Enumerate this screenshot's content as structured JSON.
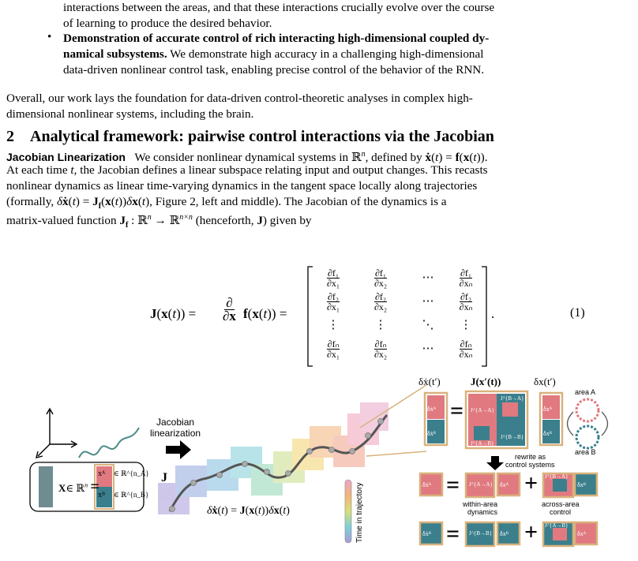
{
  "bullets": {
    "line_intro_cont_1": "interactions between the areas, and that these interactions crucially evolve over the course",
    "line_intro_cont_2": "of learning to produce the desired behavior.",
    "bullet_symbol": "•",
    "bullet_bold_1": "Demonstration of accurate control of rich interacting high-dimensional coupled dy-",
    "bullet_bold_2": "namical subsystems.",
    "bullet_rest_2": " We demonstrate high accuracy in a challenging high-dimensional",
    "bullet_rest_3": "data-driven nonlinear control task, enabling precise control of the behavior of the RNN."
  },
  "overall": {
    "line1": "Overall, our work lays the foundation for data-driven control-theoretic analyses in complex high-",
    "line2": "dimensional nonlinear systems, including the brain."
  },
  "section": {
    "number": "2",
    "title": "Analytical framework: pairwise control interactions via the Jacobian"
  },
  "para": {
    "run_in": "Jacobian Linearization",
    "l1_a": "We consider nonlinear dynamical systems in ",
    "l1_b": ", defined by ",
    "l1_c": ".",
    "l2_a": "At each time ",
    "l2_b": ", the Jacobian defines a linear subspace relating input and output changes. This recasts",
    "l3": "nonlinear dynamics as linear time-varying dynamics in the tangent space locally along trajectories",
    "l4_a": "(formally, ",
    "l4_b": ", Figure 2, left and middle). The Jacobian of the dynamics is a",
    "l5_a": "matrix-valued function ",
    "l5_b": " (henceforth, ",
    "l5_c": ") given by"
  },
  "equation": {
    "lhs": "J(x(t)) =",
    "partial": "∂",
    "partial_x": "∂x",
    "f_of": "f(x(t)) =",
    "cells": [
      [
        "∂f₁/∂x₁",
        "∂f₁/∂x₂",
        "⋯",
        "∂f₁/∂xₙ"
      ],
      [
        "∂f₂/∂x₁",
        "∂f₂/∂x₂",
        "⋯",
        "∂f₂/∂xₙ"
      ],
      [
        "⋮",
        "⋮",
        "⋱",
        "⋮"
      ],
      [
        "∂fₙ/∂x₁",
        "∂fₙ/∂x₂",
        "⋯",
        "∂fₙ/∂xₙ"
      ]
    ],
    "period": ".",
    "number": "(1)"
  },
  "figure": {
    "jacobian_label_1": "Jacobian",
    "jacobian_label_2": "linearization",
    "x_decomp": "X ∈ ℝⁿ =",
    "xa": "xᴬ",
    "xa_space": "∈ ℝ^{n_A}",
    "xb": "xᴮ",
    "xb_space": "∈ ℝ^{n_B}",
    "J_label": "J",
    "lin_eq": "δẋ(t) = J(x(t))δx(t)",
    "time_bar_label": "Time in trajectory",
    "top_dxdot": "δẋ(t′)",
    "top_J": "J(x′(t))",
    "top_dx": "δx(t′)",
    "area_a": "area A",
    "area_b": "area B",
    "rewrite_1": "rewrite as",
    "rewrite_2": "control systems",
    "within_1": "within-area",
    "within_2": "dynamics",
    "across_1": "across-area",
    "across_2": "control",
    "JAA": "J^{A→A}",
    "JBA": "J^{B→A}",
    "JAB": "J^{A→B}",
    "JBB": "J^{B→B}",
    "dxA_dot": "δẋᴬ",
    "dxB_dot": "δẋᴮ",
    "dxA": "δxᴬ",
    "dxB": "δxᴮ",
    "eq_sign": "=",
    "plus_sign": "+",
    "color_red": "#e07a80",
    "color_teal": "#3b7f8c",
    "color_tan": "#d9b27c"
  }
}
